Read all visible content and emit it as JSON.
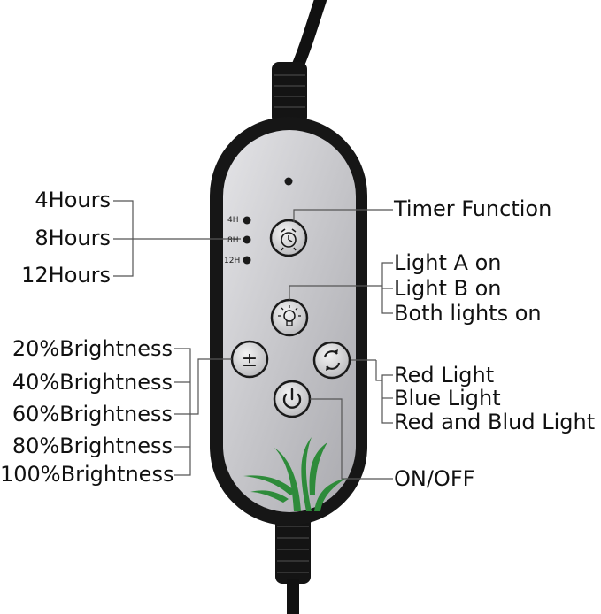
{
  "timer_labels": [
    "4Hours",
    "8Hours",
    "12Hours"
  ],
  "indicator_labels": [
    "4H",
    "8H",
    "12H"
  ],
  "brightness_labels": [
    "20%Brightness",
    "40%Brightness",
    "60%Brightness",
    "80%Brightness",
    "100%Brightness"
  ],
  "timer_function_label": "Timer Function",
  "light_mode_labels": [
    "Light A on",
    "Light B on",
    "Both lights on"
  ],
  "color_labels": [
    "Red Light",
    "Blue Light",
    "Red and Blud Light"
  ],
  "power_label": "ON/OFF",
  "colors": {
    "panel": "#c9c9cc",
    "housing": "#161616",
    "leaf": "#2e8b3a",
    "leader_line": "#555555"
  }
}
